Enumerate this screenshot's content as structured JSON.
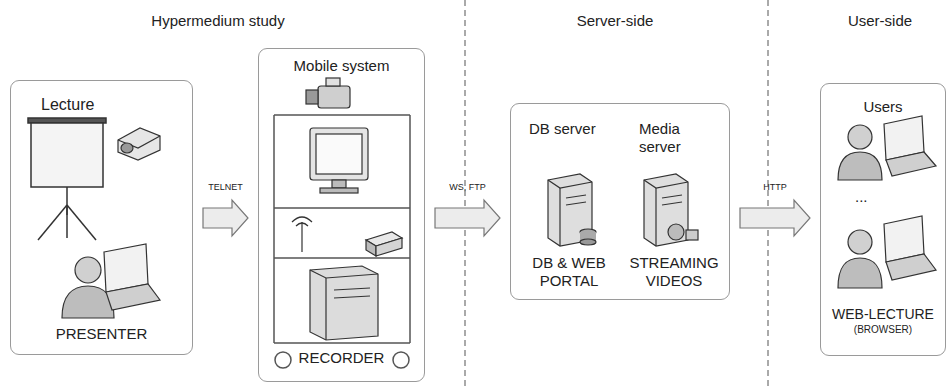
{
  "diagram": {
    "nodes": [
      {
        "text": [
          "Lecture",
          "PRESENTER"
        ]
      },
      {
        "text": [
          "Mobile system",
          "RECORDER"
        ]
      },
      {
        "text": [
          "DB server",
          "Media server",
          "DB & WEB PORTAL",
          "STREAMING VIDEOS"
        ]
      },
      {
        "text": [
          "Users",
          "...",
          "WEB-LECTURE",
          "(BROWSER)"
        ]
      }
    ],
    "edges": [
      {
        "from": 0,
        "to": 1,
        "label": "TELNET",
        "arrow": "to"
      },
      {
        "from": 1,
        "to": 2,
        "label": "WS, FTP",
        "arrow": "to"
      },
      {
        "from": 2,
        "to": 3,
        "label": "HTTP",
        "arrow": "to"
      }
    ],
    "labels": [
      "Hypermedium study",
      "Server-side",
      "User-side"
    ]
  }
}
